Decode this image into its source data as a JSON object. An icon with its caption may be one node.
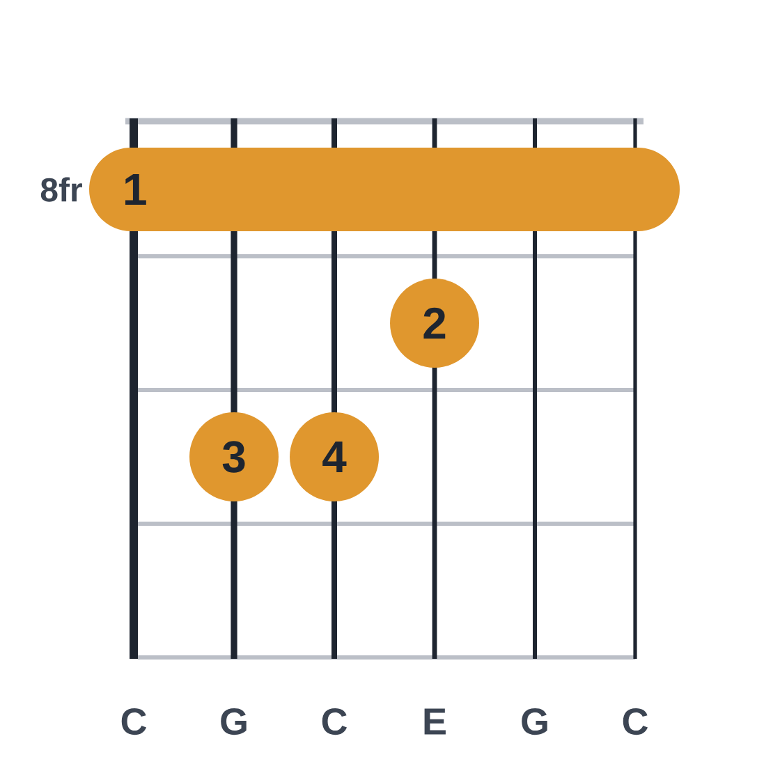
{
  "diagram": {
    "nodes": [
      {
        "text": [
          "1"
        ]
      },
      {
        "text": [
          "2"
        ]
      },
      {
        "text": [
          "3"
        ]
      },
      {
        "text": [
          "4"
        ]
      }
    ],
    "labels": [
      "8fr",
      "C",
      "G",
      "C",
      "E",
      "G",
      "C"
    ]
  }
}
